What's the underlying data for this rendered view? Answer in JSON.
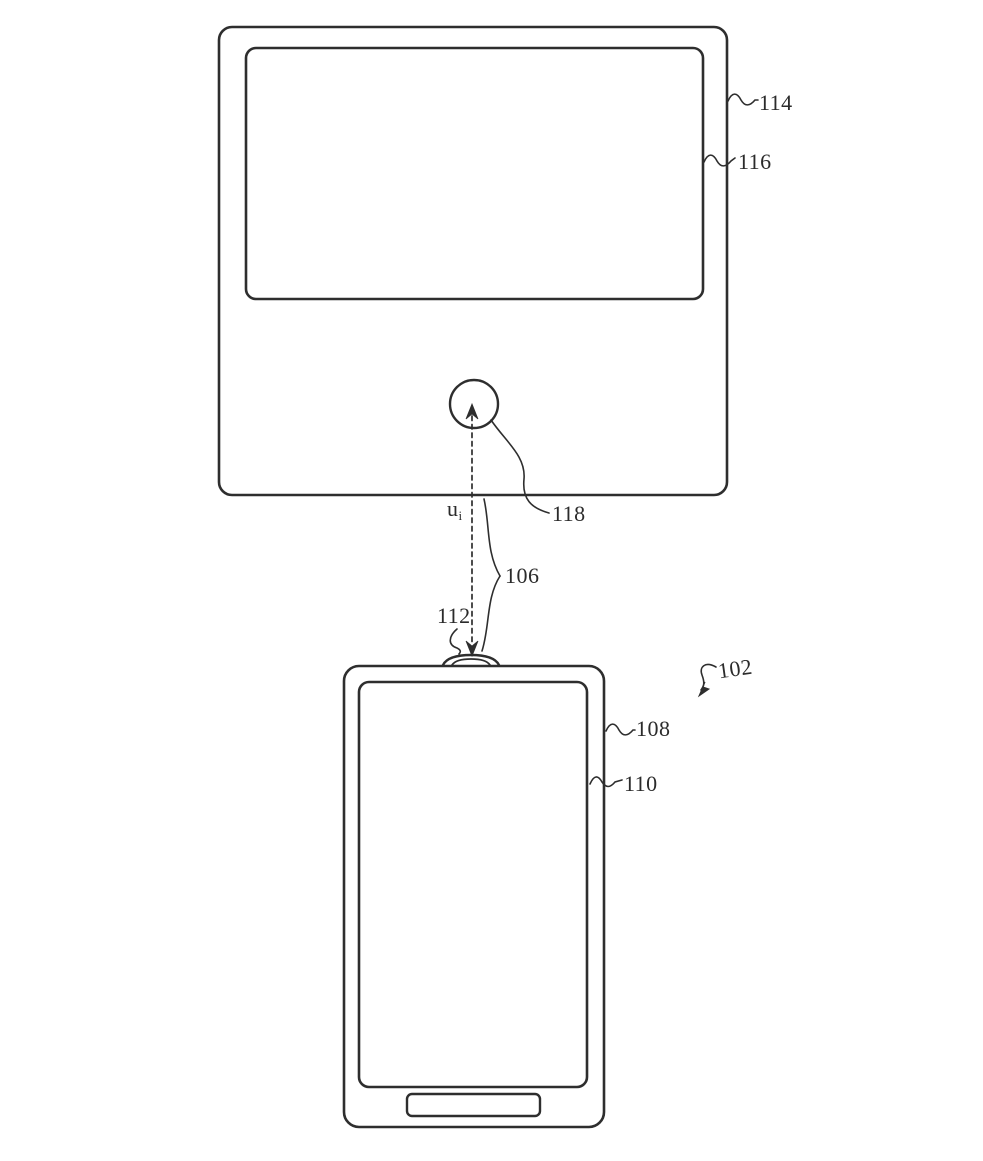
{
  "figure": {
    "colors": {
      "line": "#2e2e2e",
      "text": "#2b2b2b",
      "background": "#ffffff"
    },
    "labels": {
      "ref114": "114",
      "ref116": "116",
      "ref118": "118",
      "ref106": "106",
      "ref112": "112",
      "ref102": "102",
      "ref108": "108",
      "ref110": "110",
      "signal_symbol": "u",
      "signal_subscript": "i"
    }
  }
}
